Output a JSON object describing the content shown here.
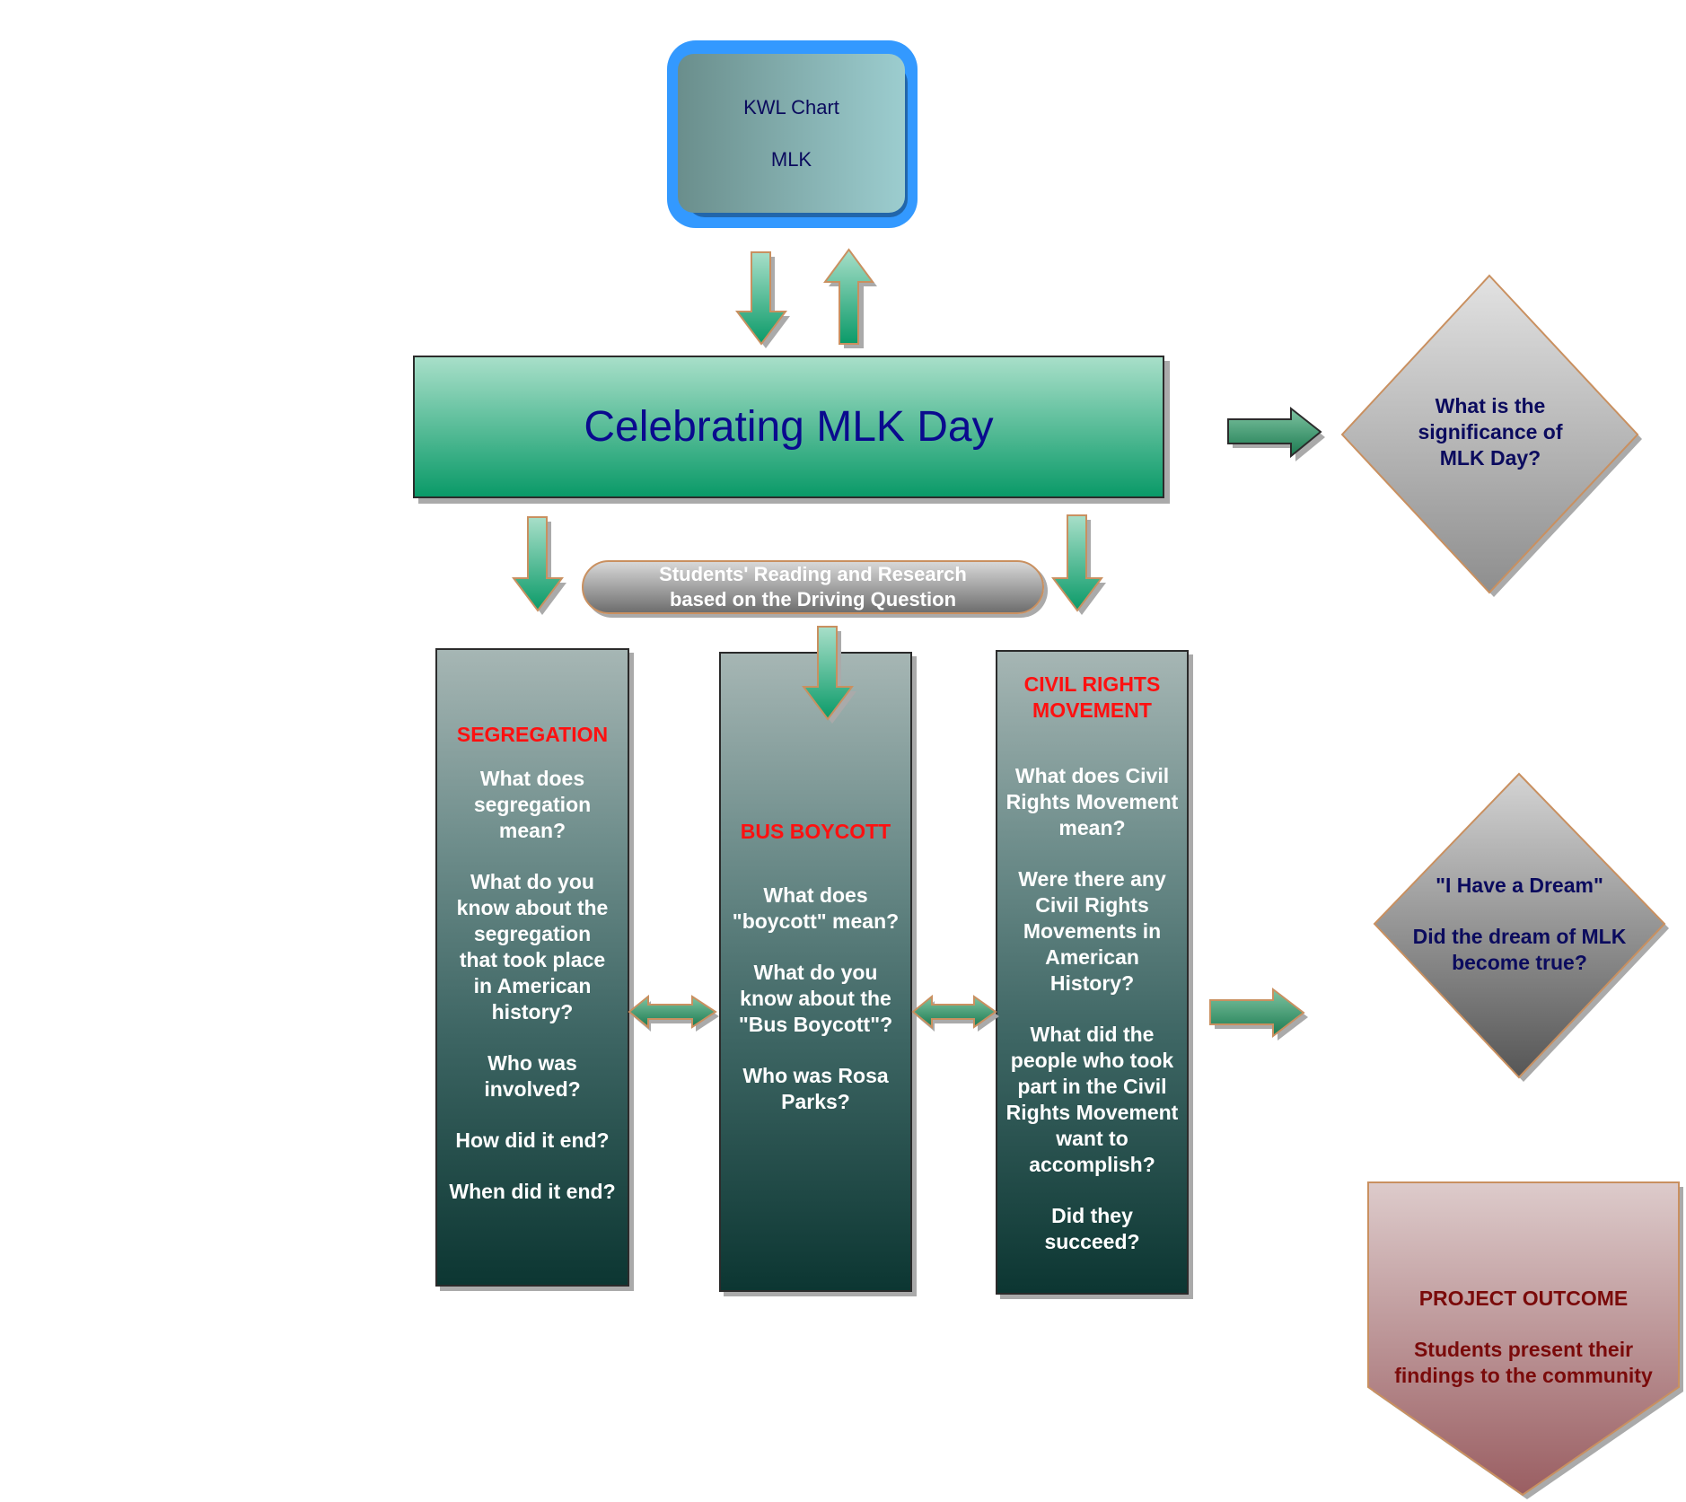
{
  "kwl_box": {
    "line1": "KWL  Chart",
    "line2": "MLK"
  },
  "main_title": "Celebrating MLK Day",
  "research_pill": {
    "line1": "Students' Reading and Research",
    "line2": "based on the Driving Question"
  },
  "columns": [
    {
      "heading": "SEGREGATION",
      "questions": [
        "What does segregation mean?",
        "What do you know about the segregation that took place in American history?",
        "Who was involved?",
        "How did it end?",
        "When did it end?"
      ]
    },
    {
      "heading": "BUS BOYCOTT",
      "questions": [
        "What does \"boycott\" mean?",
        "What do you know about the \"Bus Boycott\"?",
        "Who was Rosa Parks?"
      ]
    },
    {
      "heading": "CIVIL RIGHTS MOVEMENT",
      "questions": [
        "What does Civil Rights Movement mean?",
        "Were there any Civil Rights Movements in American History?",
        "What did the people who took part in the Civil Rights Movement want to accomplish?",
        "Did they succeed?"
      ]
    }
  ],
  "driving_question": "What is the significance of MLK Day?",
  "dream_diamond": {
    "title": "\"I Have a Dream\"",
    "question": "Did the dream of MLK become true?"
  },
  "project_outcome": {
    "title": "PROJECT OUTCOME",
    "text": "Students present their findings to the community"
  },
  "colors": {
    "title_navy": "#0a0a8e",
    "heading_red": "#ff1010",
    "outcome_maroon": "#7a0a0a",
    "kwl_border_blue": "#3399ff",
    "arrow_green": "#0a9a68",
    "arrow_outline": "#c99060"
  }
}
